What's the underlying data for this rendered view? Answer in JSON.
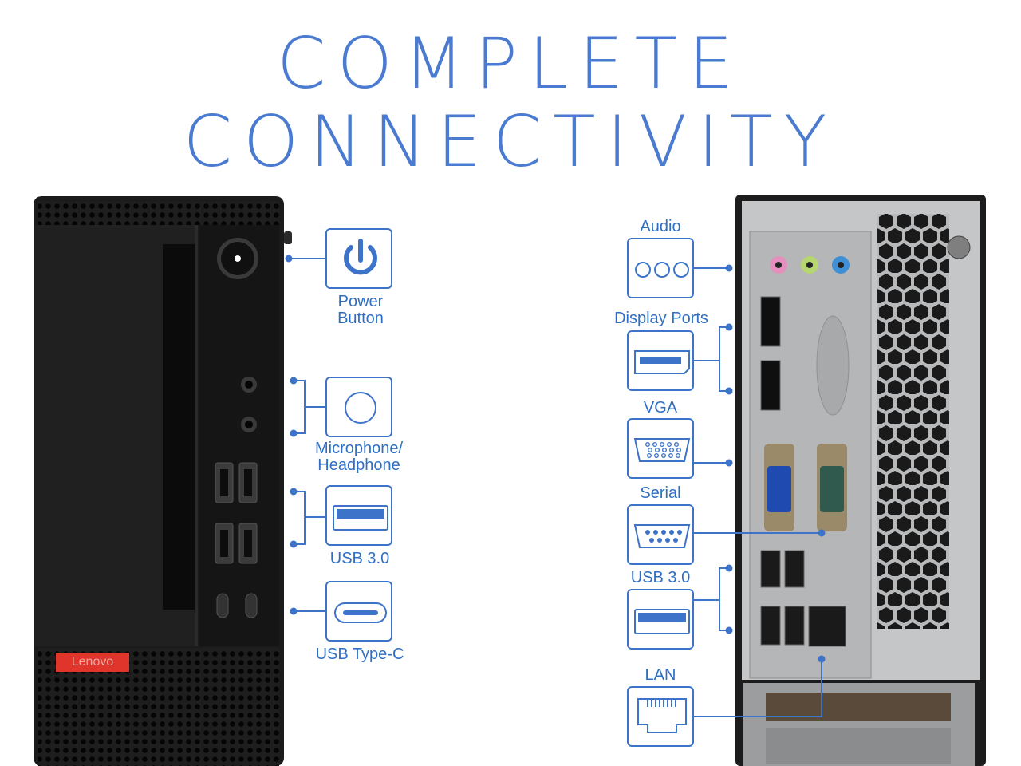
{
  "title": {
    "line1": "COMPLETE",
    "line2": "CONNECTIVITY"
  },
  "front": {
    "brand": "Lenovo",
    "labels": {
      "power": "Power",
      "power2": "Button",
      "mic": "Microphone/",
      "mic2": "Headphone",
      "usb3": "USB 3.0",
      "usbc": "USB Type-C"
    }
  },
  "rear": {
    "labels": {
      "audio": "Audio",
      "display": "Display Ports",
      "vga": "VGA",
      "serial": "Serial",
      "usb3": "USB 3.0",
      "lan": "LAN"
    }
  },
  "colors": {
    "accent": "#3d73c8",
    "title": "#4a7bd0",
    "case": "#1c1c1c",
    "panel": "#b9bbbd",
    "brand_red": "#e0352b"
  }
}
